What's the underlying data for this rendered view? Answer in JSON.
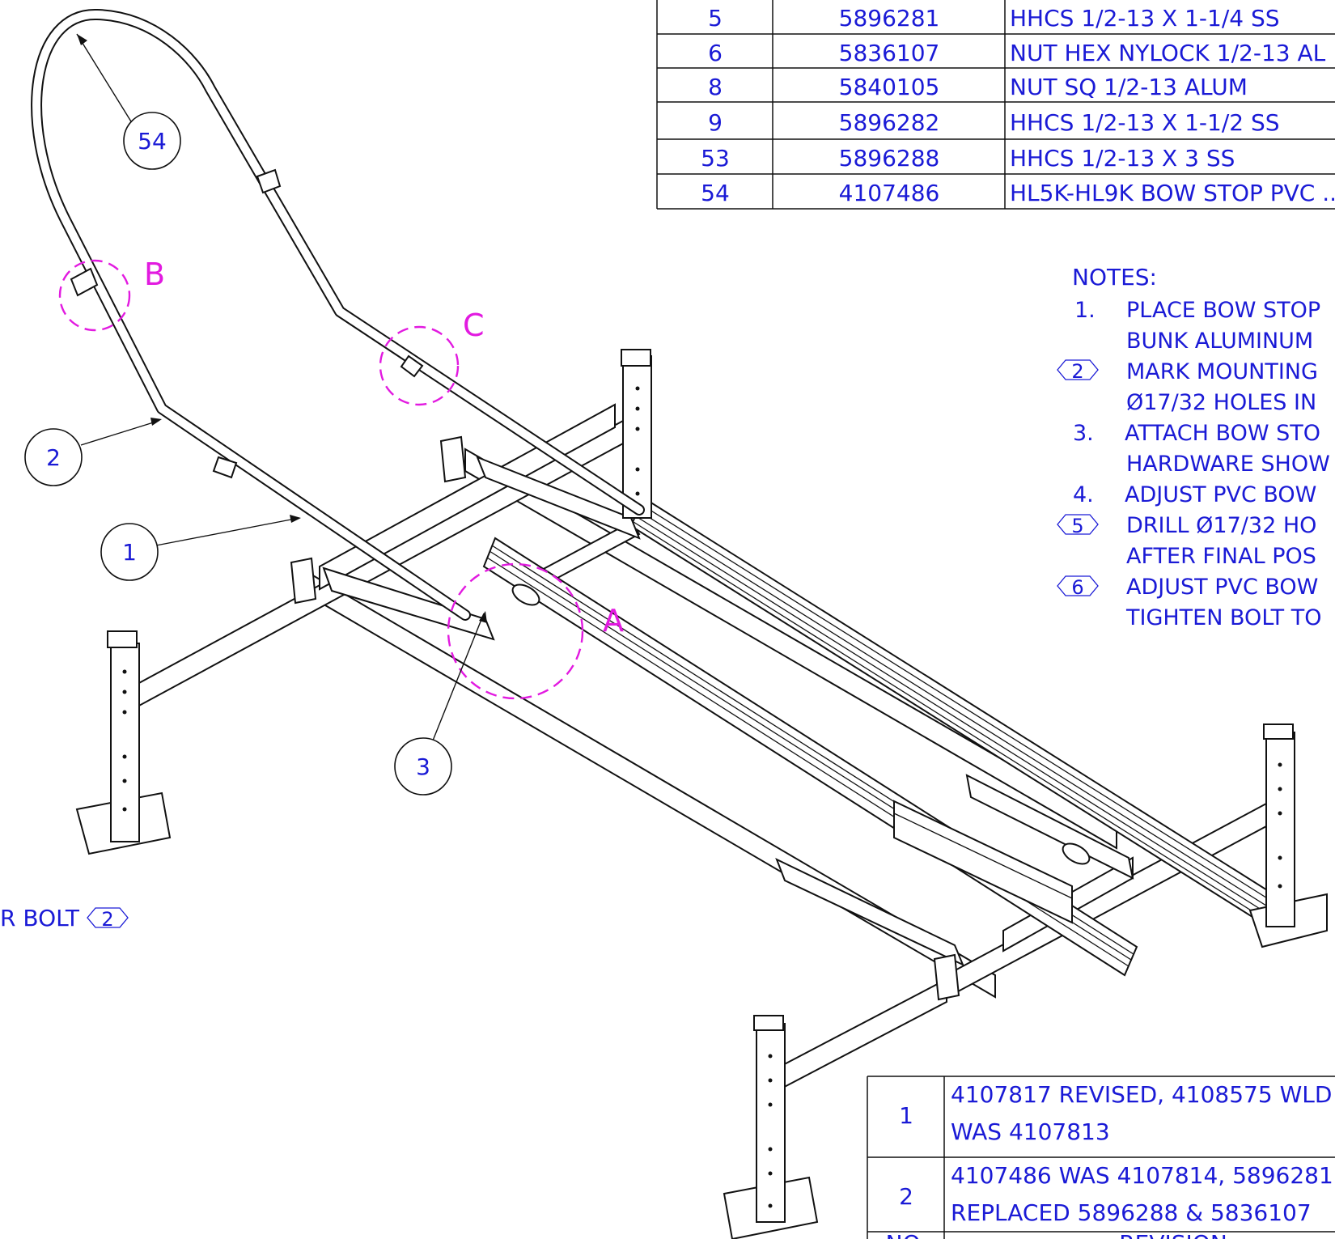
{
  "bom": {
    "rows": [
      {
        "item": "5",
        "part": "5896281",
        "description": "HHCS 1/2-13 X 1-1/4 SS"
      },
      {
        "item": "6",
        "part": "5836107",
        "description": "NUT HEX NYLOCK 1/2-13 AL"
      },
      {
        "item": "8",
        "part": "5840105",
        "description": "NUT SQ 1/2-13 ALUM"
      },
      {
        "item": "9",
        "part": "5896282",
        "description": "HHCS 1/2-13 X 1-1/2 SS"
      },
      {
        "item": "53",
        "part": "5896288",
        "description": "HHCS 1/2-13 X 3 SS"
      },
      {
        "item": "54",
        "part": "4107486",
        "description": "HL5K-HL9K BOW STOP PVC ..."
      }
    ]
  },
  "notes": {
    "heading": "NOTES:",
    "items": [
      {
        "marker": "1.",
        "flag": false,
        "lines": [
          "PLACE BOW STOP",
          "BUNK ALUMINUM"
        ]
      },
      {
        "marker": "2",
        "flag": true,
        "lines": [
          "MARK MOUNTING",
          "Ø17/32 HOLES IN"
        ]
      },
      {
        "marker": "3.",
        "flag": false,
        "lines": [
          "ATTACH BOW STO",
          "HARDWARE SHOW"
        ]
      },
      {
        "marker": "4.",
        "flag": false,
        "lines": [
          "ADJUST PVC BOW"
        ]
      },
      {
        "marker": "5",
        "flag": true,
        "lines": [
          "DRILL Ø17/32 HO",
          "AFTER FINAL POS"
        ]
      },
      {
        "marker": "6",
        "flag": true,
        "lines": [
          "ADJUST PVC BOW",
          "TIGHTEN BOLT TO"
        ]
      }
    ]
  },
  "callouts": {
    "balloons": [
      "54",
      "2",
      "1",
      "3"
    ],
    "details": [
      "B",
      "C",
      "A"
    ],
    "side_note": {
      "text": "R BOLT",
      "flag": "2"
    }
  },
  "revisions": {
    "rows": [
      {
        "no": "1",
        "lines": [
          "4107817 REVISED, 4108575 WLD",
          "WAS 4107813"
        ]
      },
      {
        "no": "2",
        "lines": [
          "4107486 WAS 4107814, 5896281",
          "REPLACED 5896288 & 5836107"
        ]
      }
    ],
    "header": {
      "no": "NO.",
      "revision": "REVISION"
    }
  },
  "colors": {
    "annotation": "#1a1ad6",
    "detail_circle": "#e21ae0",
    "line": "#111111"
  }
}
